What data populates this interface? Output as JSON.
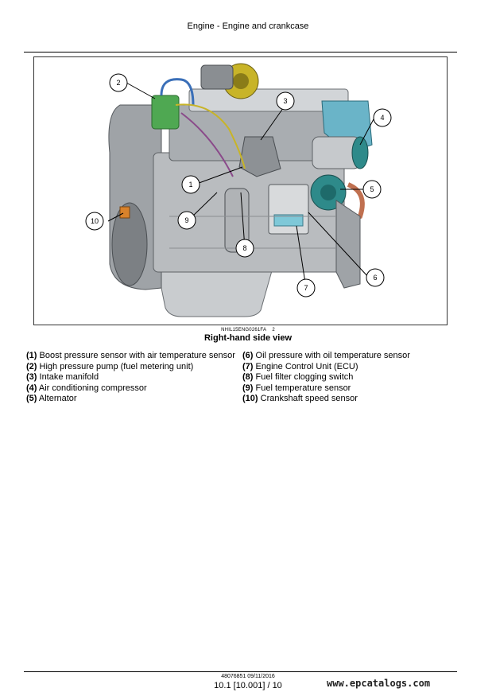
{
  "header": {
    "title": "Engine - Engine and crankcase"
  },
  "figure": {
    "id_code": "NHIL15ENG0261FA",
    "id_number": "2",
    "caption": "Right-hand side view",
    "callouts": [
      "1",
      "2",
      "3",
      "4",
      "5",
      "6",
      "7",
      "8",
      "9",
      "10"
    ]
  },
  "legend": {
    "left": [
      {
        "num": "(1)",
        "text": " Boost pressure sensor with air temperature sensor"
      },
      {
        "num": "(2)",
        "text": " High pressure pump (fuel metering unit)"
      },
      {
        "num": "(3)",
        "text": " Intake manifold"
      },
      {
        "num": "(4)",
        "text": " Air conditioning compressor"
      },
      {
        "num": "(5)",
        "text": " Alternator"
      }
    ],
    "right": [
      {
        "num": "(6)",
        "text": " Oil pressure with oil temperature sensor"
      },
      {
        "num": "(7)",
        "text": " Engine Control Unit (ECU)"
      },
      {
        "num": "(8)",
        "text": " Fuel filter clogging switch"
      },
      {
        "num": "(9)",
        "text": " Fuel temperature sensor"
      },
      {
        "num": "(10)",
        "text": " Crankshaft speed sensor"
      }
    ]
  },
  "footer": {
    "doc_ref": "48076851 09/11/2016",
    "page": "10.1 [10.001] / 10",
    "watermark": "www.epcatalogs.com"
  },
  "colors": {
    "engine_gray": "#b9bcbf",
    "engine_dark": "#5e6266",
    "compressor_teal": "#2e8a8a",
    "pump_green": "#4fa852",
    "turbo_yellow": "#c8b428",
    "ecu_cyan": "#7ec8d8"
  }
}
